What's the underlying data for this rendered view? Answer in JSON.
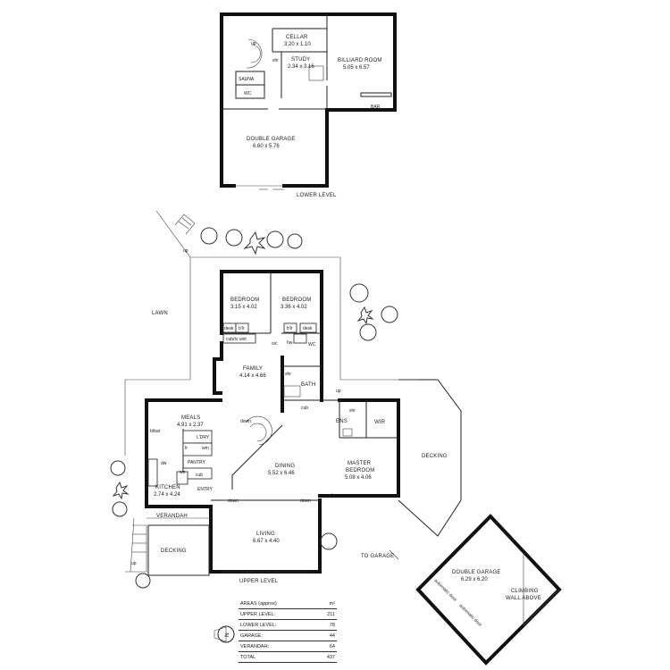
{
  "lower_level": {
    "caption": "LOWER LEVEL",
    "rooms": {
      "cellar": {
        "name": "CELLAR",
        "dims": "3.20 x 1.10"
      },
      "study": {
        "name": "STUDY",
        "dims": "2.34 x 3.16"
      },
      "billiard": {
        "name": "BILLIARD ROOM",
        "dims": "5.05 x 6.57"
      },
      "sauna": {
        "name": "SAUNA"
      },
      "wc": {
        "name": "WC"
      },
      "garage": {
        "name": "DOUBLE GARAGE",
        "dims": "6.60 x 5.76"
      },
      "bar": {
        "name": "BAR"
      },
      "shr": {
        "name": "shr"
      },
      "up": {
        "name": "up"
      }
    }
  },
  "upper_level": {
    "caption": "UPPER LEVEL",
    "lawn": "LAWN",
    "rooms": {
      "bed1": {
        "name": "BEDROOM",
        "dims": "3.15 x 4.02"
      },
      "bed2": {
        "name": "BEDROOM",
        "dims": "3.36 x 4.02"
      },
      "family": {
        "name": "FAMILY",
        "dims": "4.14 x 4.66"
      },
      "meals": {
        "name": "MEALS",
        "dims": "4.91 x 2.37"
      },
      "kitchen": {
        "name": "KITCHEN",
        "dims": "2.74 x 4.24"
      },
      "dining": {
        "name": "DINING",
        "dims": "5.52 x 6.46"
      },
      "living": {
        "name": "LIVING",
        "dims": "6.67 x 4.40"
      },
      "master": {
        "name": "MASTER",
        "name2": "BEDROOM",
        "dims": "5.08 x 4.06"
      },
      "ens": {
        "name": "ENS"
      },
      "wir": {
        "name": "WIR"
      },
      "bath": {
        "name": "BATH"
      },
      "wc": {
        "name": "WC"
      },
      "ldry": {
        "name": "L'DRY"
      },
      "pantry": {
        "name": "PANTRY"
      },
      "entry": {
        "name": "ENTRY"
      },
      "verandah": {
        "name": "VERANDAH"
      },
      "decking_left": {
        "name": "DECKING"
      },
      "decking_right": {
        "name": "DECKING"
      }
    },
    "small_labels": {
      "desk": "desk",
      "blr": "b'lr",
      "cub_tv": "cub/tv unit",
      "oc": "o/c",
      "hw": "hw",
      "shr": "shr",
      "cub": "cub",
      "bbar": "b/bar",
      "dw": "dw",
      "fr": "fr",
      "wm": "wm",
      "wo": "wo",
      "down": "down",
      "up": "up"
    },
    "to_garage": "TO GARAGE"
  },
  "garage_detached": {
    "name": "DOUBLE GARAGE",
    "dims": "6.29 x 6.20",
    "climbing": "CLIMBING",
    "climbing2": "WALL ABOVE",
    "door": "automatic door"
  },
  "areas": {
    "title": "AREAS (approx)",
    "unit": "m²",
    "rows": [
      {
        "label": "UPPER LEVEL:",
        "value": "211"
      },
      {
        "label": "LOWER LEVEL:",
        "value": "78"
      },
      {
        "label": "GARAGE:",
        "value": "44"
      },
      {
        "label": "VERANDAH:",
        "value": "64"
      },
      {
        "label": "TOTAL",
        "value": "437"
      }
    ]
  },
  "compass": {
    "letter": "N"
  }
}
